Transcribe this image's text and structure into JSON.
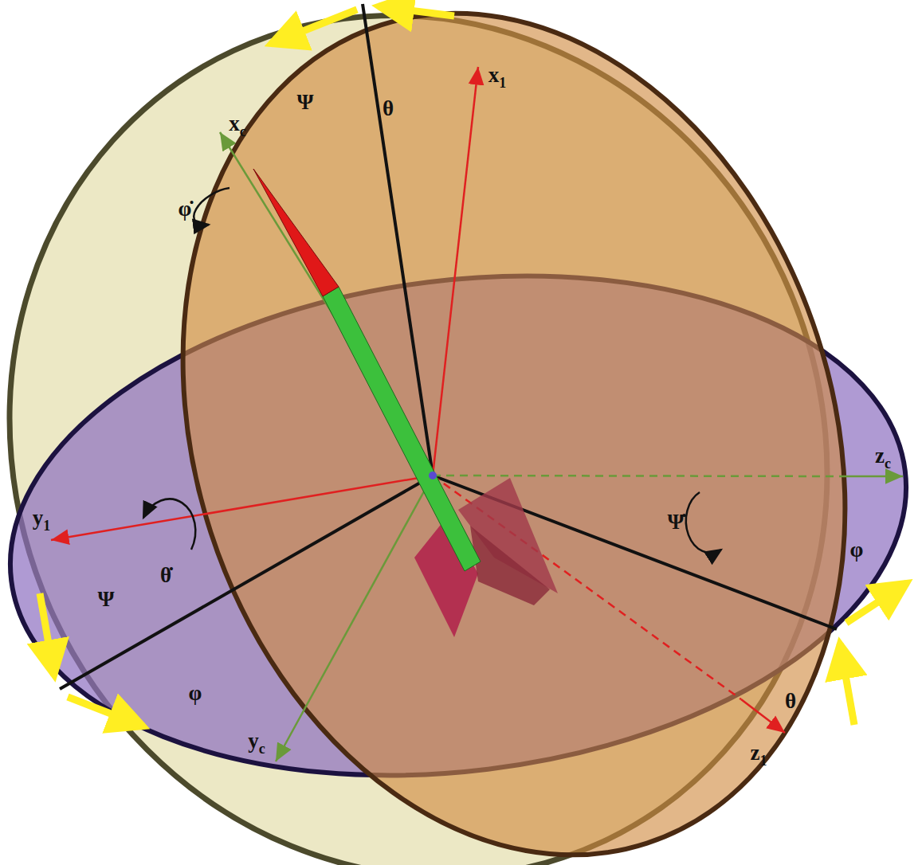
{
  "diagram": {
    "labels": [
      "Ψ",
      "θ",
      "x1",
      "xc",
      "φ̇",
      "zc",
      "y1",
      "θ̇",
      "Ψ̇",
      "φ",
      "Ψ",
      "φ",
      "θ",
      "yc",
      "z1"
    ]
  }
}
